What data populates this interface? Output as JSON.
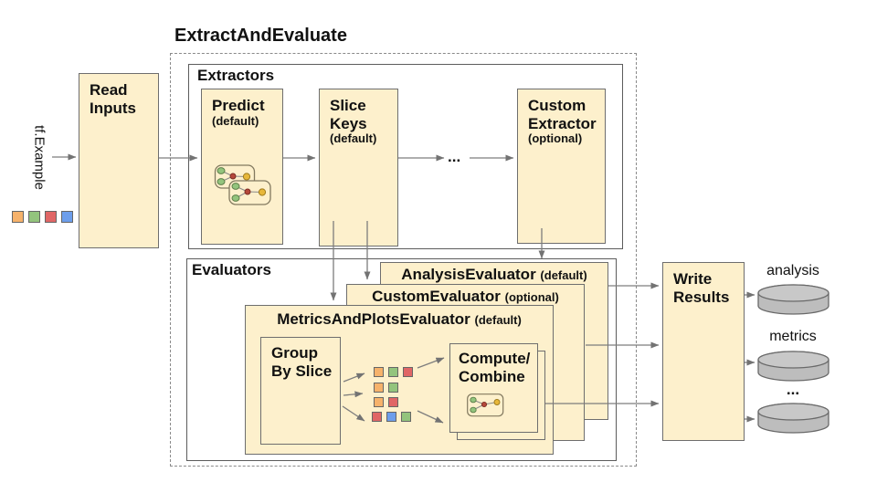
{
  "title": "ExtractAndEvaluate",
  "input": {
    "label": "tf.Example",
    "squares": [
      "orange",
      "green",
      "red",
      "blue"
    ]
  },
  "read_inputs": {
    "line1": "Read",
    "line2": "Inputs"
  },
  "extractors": {
    "label": "Extractors",
    "predict": {
      "name": "Predict",
      "qualifier": "(default)"
    },
    "slice_keys": {
      "line1": "Slice",
      "line2": "Keys",
      "qualifier": "(default)"
    },
    "ellipsis": "...",
    "custom": {
      "line1": "Custom",
      "line2": "Extractor",
      "qualifier": "(optional)"
    }
  },
  "evaluators": {
    "label": "Evaluators",
    "analysis": {
      "name": "AnalysisEvaluator",
      "qualifier": "(default)"
    },
    "custom": {
      "name": "CustomEvaluator",
      "qualifier": "(optional)"
    },
    "metrics_plots": {
      "name": "MetricsAndPlotsEvaluator",
      "qualifier": "(default)"
    },
    "group_by_slice": {
      "line1": "Group",
      "line2": "By Slice"
    },
    "compute_combine": {
      "line1": "Compute/",
      "line2": "Combine"
    },
    "slice_rows": [
      [
        "orange",
        "green",
        "red"
      ],
      [
        "orange",
        "green"
      ],
      [
        "orange",
        "red"
      ],
      [
        "red",
        "blue",
        "green"
      ]
    ]
  },
  "write_results": {
    "line1": "Write",
    "line2": "Results"
  },
  "outputs": {
    "analysis_label": "analysis",
    "metrics_label": "metrics",
    "ellipsis": "..."
  },
  "icons": {
    "predict_icon": "model-graph-icon",
    "compute_icon": "model-graph-icon",
    "output_icon": "database-cylinder-icon"
  },
  "colors": {
    "box_fill": "#fdf0cc",
    "box_border": "#6e6e6e",
    "arrow": "#737373",
    "cylinder_fill": "#bdbdbd",
    "cylinder_top_fill": "#c8c8c8",
    "squares": {
      "orange": "#f6b26b",
      "green": "#93c47d",
      "red": "#e06666",
      "blue": "#6d9eeb"
    }
  }
}
